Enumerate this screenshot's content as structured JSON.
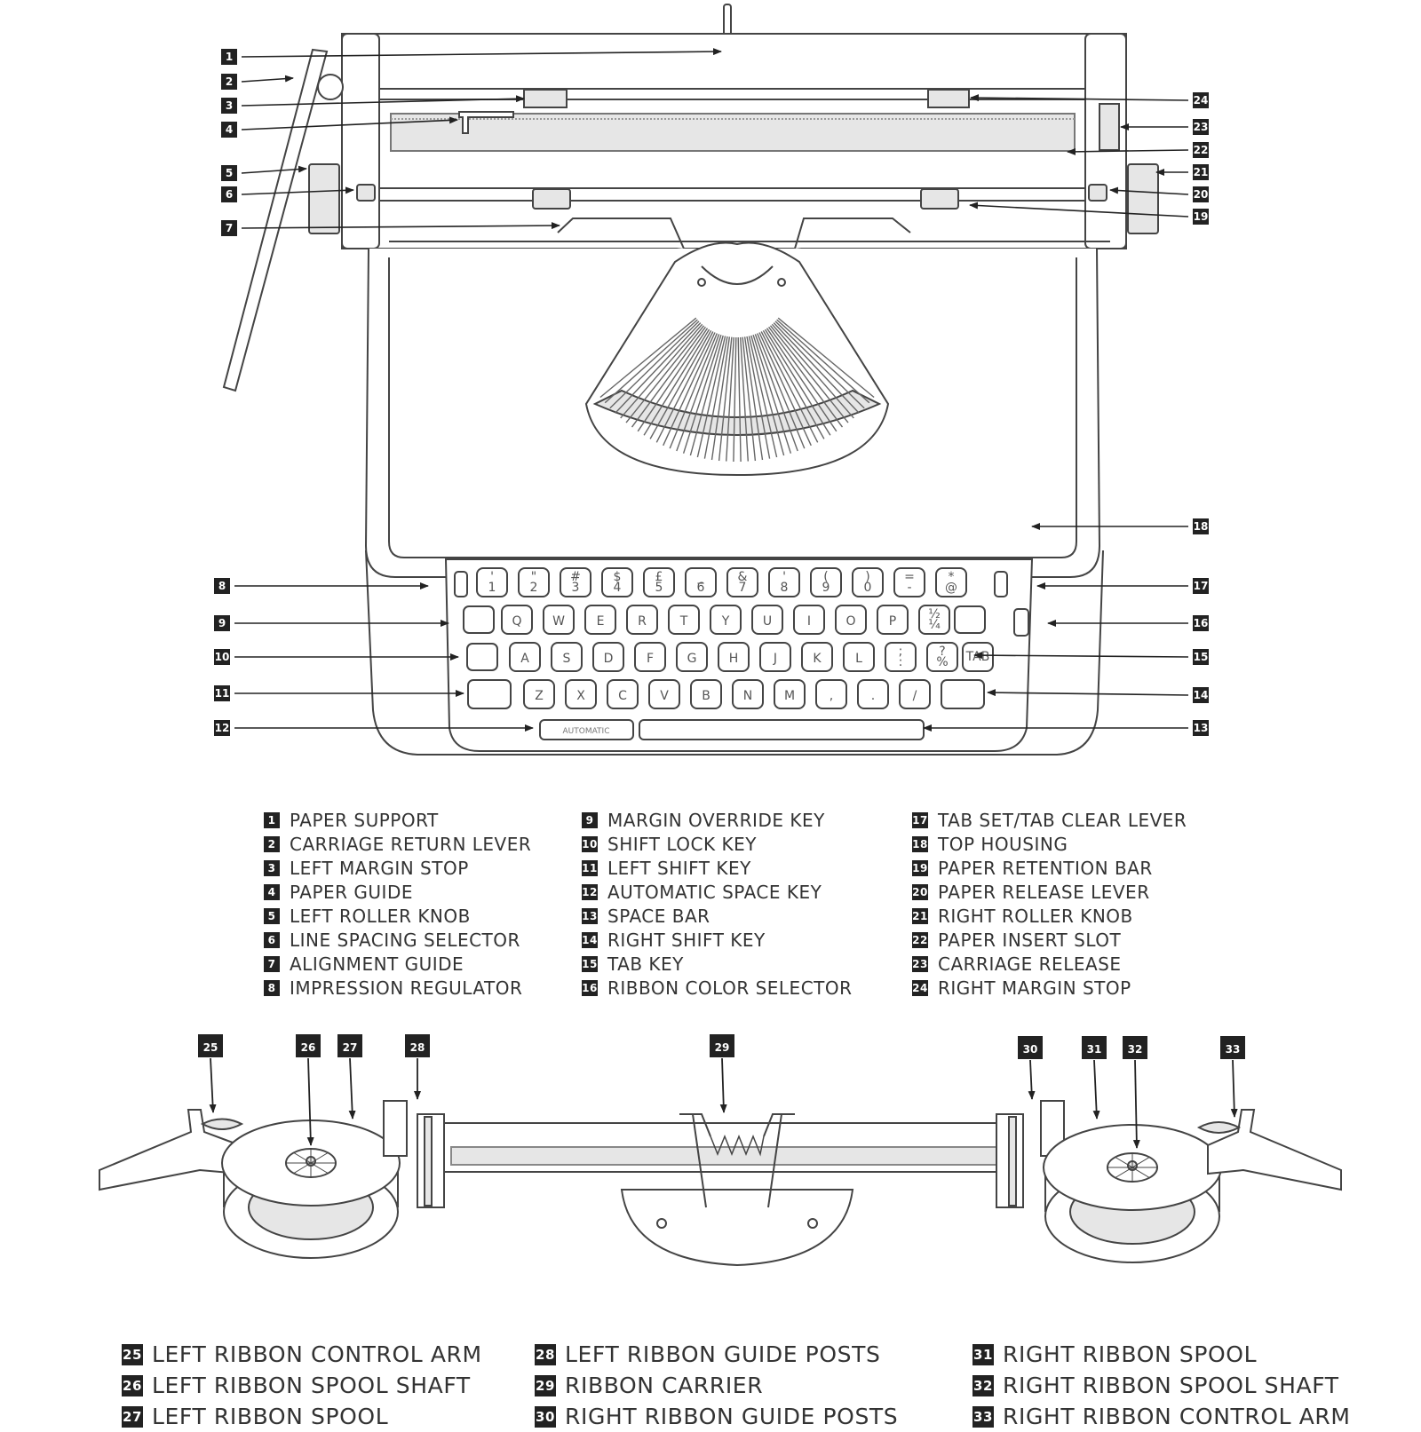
{
  "typewriter_callouts": [
    "1",
    "2",
    "3",
    "4",
    "5",
    "6",
    "7",
    "8",
    "9",
    "10",
    "11",
    "12",
    "13",
    "14",
    "15",
    "16",
    "17",
    "18",
    "19",
    "20",
    "21",
    "22",
    "23",
    "24"
  ],
  "ribbon_callouts": [
    "25",
    "26",
    "27",
    "28",
    "29",
    "30",
    "31",
    "32",
    "33"
  ],
  "keyboard": {
    "number_row": [
      {
        "top": "'",
        "bottom": "1"
      },
      {
        "top": "\"",
        "bottom": "2"
      },
      {
        "top": "#",
        "bottom": "3"
      },
      {
        "top": "$",
        "bottom": "4"
      },
      {
        "top": "£",
        "bottom": "5"
      },
      {
        "top": "_",
        "bottom": "6"
      },
      {
        "top": "&",
        "bottom": "7"
      },
      {
        "top": "'",
        "bottom": "8"
      },
      {
        "top": "(",
        "bottom": "9"
      },
      {
        "top": ")",
        "bottom": "0"
      },
      {
        "top": "=",
        "bottom": "-"
      },
      {
        "top": "*",
        "bottom": "@"
      }
    ],
    "qwerty_row": [
      "Q",
      "W",
      "E",
      "R",
      "T",
      "Y",
      "U",
      "I",
      "O",
      "P"
    ],
    "qwerty_fraction": {
      "top": "½",
      "bottom": "¼"
    },
    "asdf_row": [
      "A",
      "S",
      "D",
      "F",
      "G",
      "H",
      "J",
      "K",
      "L"
    ],
    "asdf_extra": [
      {
        "top": ";",
        "bottom": ":"
      },
      {
        "top": "?",
        "bottom": "%"
      }
    ],
    "tab_label": "TAB",
    "zxcv_row": [
      "Z",
      "X",
      "C",
      "V",
      "B",
      "N",
      "M"
    ],
    "zxcv_extra": [
      ",",
      ".",
      "/"
    ],
    "automatic_label": "AUTOMATIC"
  },
  "legend_top": [
    [
      {
        "num": "1",
        "label": "PAPER SUPPORT"
      },
      {
        "num": "2",
        "label": "CARRIAGE RETURN LEVER"
      },
      {
        "num": "3",
        "label": "LEFT MARGIN STOP"
      },
      {
        "num": "4",
        "label": "PAPER GUIDE"
      },
      {
        "num": "5",
        "label": "LEFT ROLLER KNOB"
      },
      {
        "num": "6",
        "label": "LINE SPACING SELECTOR"
      },
      {
        "num": "7",
        "label": "ALIGNMENT GUIDE"
      },
      {
        "num": "8",
        "label": "IMPRESSION REGULATOR"
      }
    ],
    [
      {
        "num": "9",
        "label": "MARGIN OVERRIDE KEY"
      },
      {
        "num": "10",
        "label": "SHIFT LOCK KEY"
      },
      {
        "num": "11",
        "label": "LEFT SHIFT KEY"
      },
      {
        "num": "12",
        "label": "AUTOMATIC SPACE KEY"
      },
      {
        "num": "13",
        "label": "SPACE BAR"
      },
      {
        "num": "14",
        "label": "RIGHT SHIFT KEY"
      },
      {
        "num": "15",
        "label": "TAB KEY"
      },
      {
        "num": "16",
        "label": "RIBBON COLOR SELECTOR"
      }
    ],
    [
      {
        "num": "17",
        "label": "TAB SET/TAB CLEAR LEVER"
      },
      {
        "num": "18",
        "label": "TOP HOUSING"
      },
      {
        "num": "19",
        "label": "PAPER RETENTION BAR"
      },
      {
        "num": "20",
        "label": "PAPER RELEASE LEVER"
      },
      {
        "num": "21",
        "label": "RIGHT ROLLER KNOB"
      },
      {
        "num": "22",
        "label": "PAPER INSERT SLOT"
      },
      {
        "num": "23",
        "label": "CARRIAGE RELEASE"
      },
      {
        "num": "24",
        "label": "RIGHT MARGIN STOP"
      }
    ]
  ],
  "legend_bottom": [
    [
      {
        "num": "25",
        "label": "LEFT RIBBON CONTROL ARM"
      },
      {
        "num": "26",
        "label": "LEFT RIBBON SPOOL SHAFT"
      },
      {
        "num": "27",
        "label": "LEFT RIBBON SPOOL"
      }
    ],
    [
      {
        "num": "28",
        "label": "LEFT RIBBON GUIDE POSTS"
      },
      {
        "num": "29",
        "label": "RIBBON CARRIER"
      },
      {
        "num": "30",
        "label": "RIGHT RIBBON GUIDE POSTS"
      }
    ],
    [
      {
        "num": "31",
        "label": "RIGHT RIBBON SPOOL"
      },
      {
        "num": "32",
        "label": "RIGHT RIBBON SPOOL SHAFT"
      },
      {
        "num": "33",
        "label": "RIGHT RIBBON CONTROL ARM"
      }
    ]
  ]
}
